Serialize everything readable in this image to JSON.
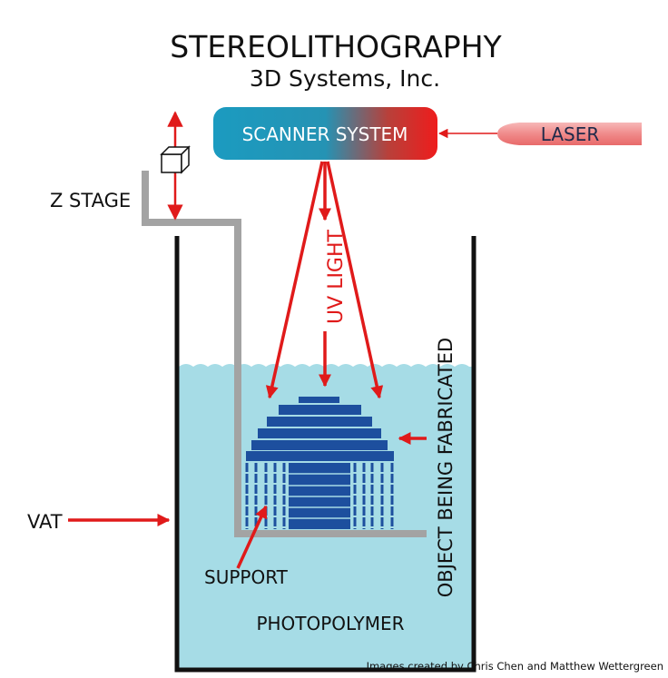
{
  "title": "STEREOLITHOGRAPHY",
  "subtitle": "3D Systems, Inc.",
  "labels": {
    "scanner": "SCANNER SYSTEM",
    "laser": "LASER",
    "z_stage": "Z STAGE",
    "uv_light": "UV LIGHT",
    "object": "OBJECT BEING FABRICATED",
    "vat": "VAT",
    "support": "SUPPORT",
    "photopolymer": "PHOTOPOLYMER"
  },
  "credit": "Images created by Chris Chen and Matthew Wettergreen",
  "colors": {
    "arrow": "#e01a1a",
    "liquid": "#a6dce6",
    "object": "#1d4f9e",
    "stage": "#a3a3a3",
    "scanner_left": "#1b9bc0",
    "scanner_right": "#ee1c1c"
  }
}
